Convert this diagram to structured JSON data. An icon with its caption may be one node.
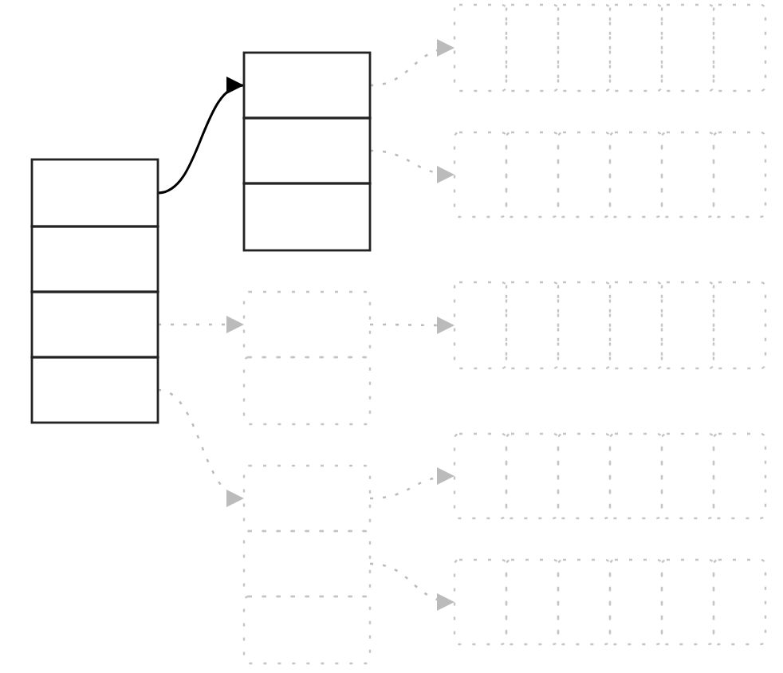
{
  "diagram": {
    "nodes": [
      {
        "text": [],
        "shape": "box"
      },
      {
        "text": [],
        "shape": "box"
      },
      {
        "text": [],
        "shape": "box"
      },
      {
        "text": [],
        "shape": "box"
      },
      {
        "text": [],
        "shape": "box"
      },
      {
        "text": [],
        "shape": "box"
      },
      {
        "text": [],
        "shape": "box"
      },
      {
        "text": [],
        "shape": "box"
      },
      {
        "text": [],
        "shape": "box"
      },
      {
        "text": [],
        "shape": "box"
      },
      {
        "text": [],
        "shape": "box"
      },
      {
        "text": [],
        "shape": "box"
      },
      {
        "text": [],
        "shape": "box"
      },
      {
        "text": [],
        "shape": "box"
      },
      {
        "text": [],
        "shape": "box"
      },
      {
        "text": [],
        "shape": "box"
      },
      {
        "text": [],
        "shape": "box"
      },
      {
        "text": [],
        "shape": "box"
      },
      {
        "text": [],
        "shape": "box"
      },
      {
        "text": [],
        "shape": "box"
      },
      {
        "text": [],
        "shape": "box"
      },
      {
        "text": [],
        "shape": "box"
      },
      {
        "text": [],
        "shape": "box"
      },
      {
        "text": [],
        "shape": "box"
      },
      {
        "text": [],
        "shape": "box"
      },
      {
        "text": [],
        "shape": "box"
      },
      {
        "text": [],
        "shape": "box"
      },
      {
        "text": [],
        "shape": "box"
      },
      {
        "text": [],
        "shape": "box"
      },
      {
        "text": [],
        "shape": "box"
      },
      {
        "text": [],
        "shape": "box"
      },
      {
        "text": [],
        "shape": "box"
      },
      {
        "text": [],
        "shape": "box"
      },
      {
        "text": [],
        "shape": "box"
      },
      {
        "text": [],
        "shape": "box"
      },
      {
        "text": [],
        "shape": "box"
      },
      {
        "text": [],
        "shape": "box"
      },
      {
        "text": [],
        "shape": "box"
      },
      {
        "text": [],
        "shape": "box"
      },
      {
        "text": [],
        "shape": "box"
      },
      {
        "text": [],
        "shape": "box"
      },
      {
        "text": [],
        "shape": "box"
      }
    ],
    "edges": [
      {
        "from": 0,
        "to": 4,
        "arrow": "to",
        "color": "#000000"
      },
      {
        "from": 4,
        "to": 7,
        "arrow": "to",
        "style": "dashed",
        "color": "#bbbbbb"
      },
      {
        "from": 5,
        "to": 13,
        "arrow": "to",
        "style": "dashed",
        "color": "#bbbbbb"
      },
      {
        "from": 2,
        "to": 19,
        "arrow": "to",
        "style": "dashed",
        "color": "#bbbbbb"
      },
      {
        "from": 3,
        "to": 27,
        "arrow": "to",
        "style": "dashed",
        "color": "#bbbbbb"
      },
      {
        "from": 19,
        "to": 21,
        "arrow": "to",
        "style": "dashed",
        "color": "#bbbbbb"
      },
      {
        "from": 27,
        "to": 30,
        "arrow": "to",
        "style": "dashed",
        "color": "#bbbbbb"
      },
      {
        "from": 28,
        "to": 36,
        "arrow": "to",
        "style": "dashed",
        "color": "#bbbbbb"
      }
    ]
  }
}
